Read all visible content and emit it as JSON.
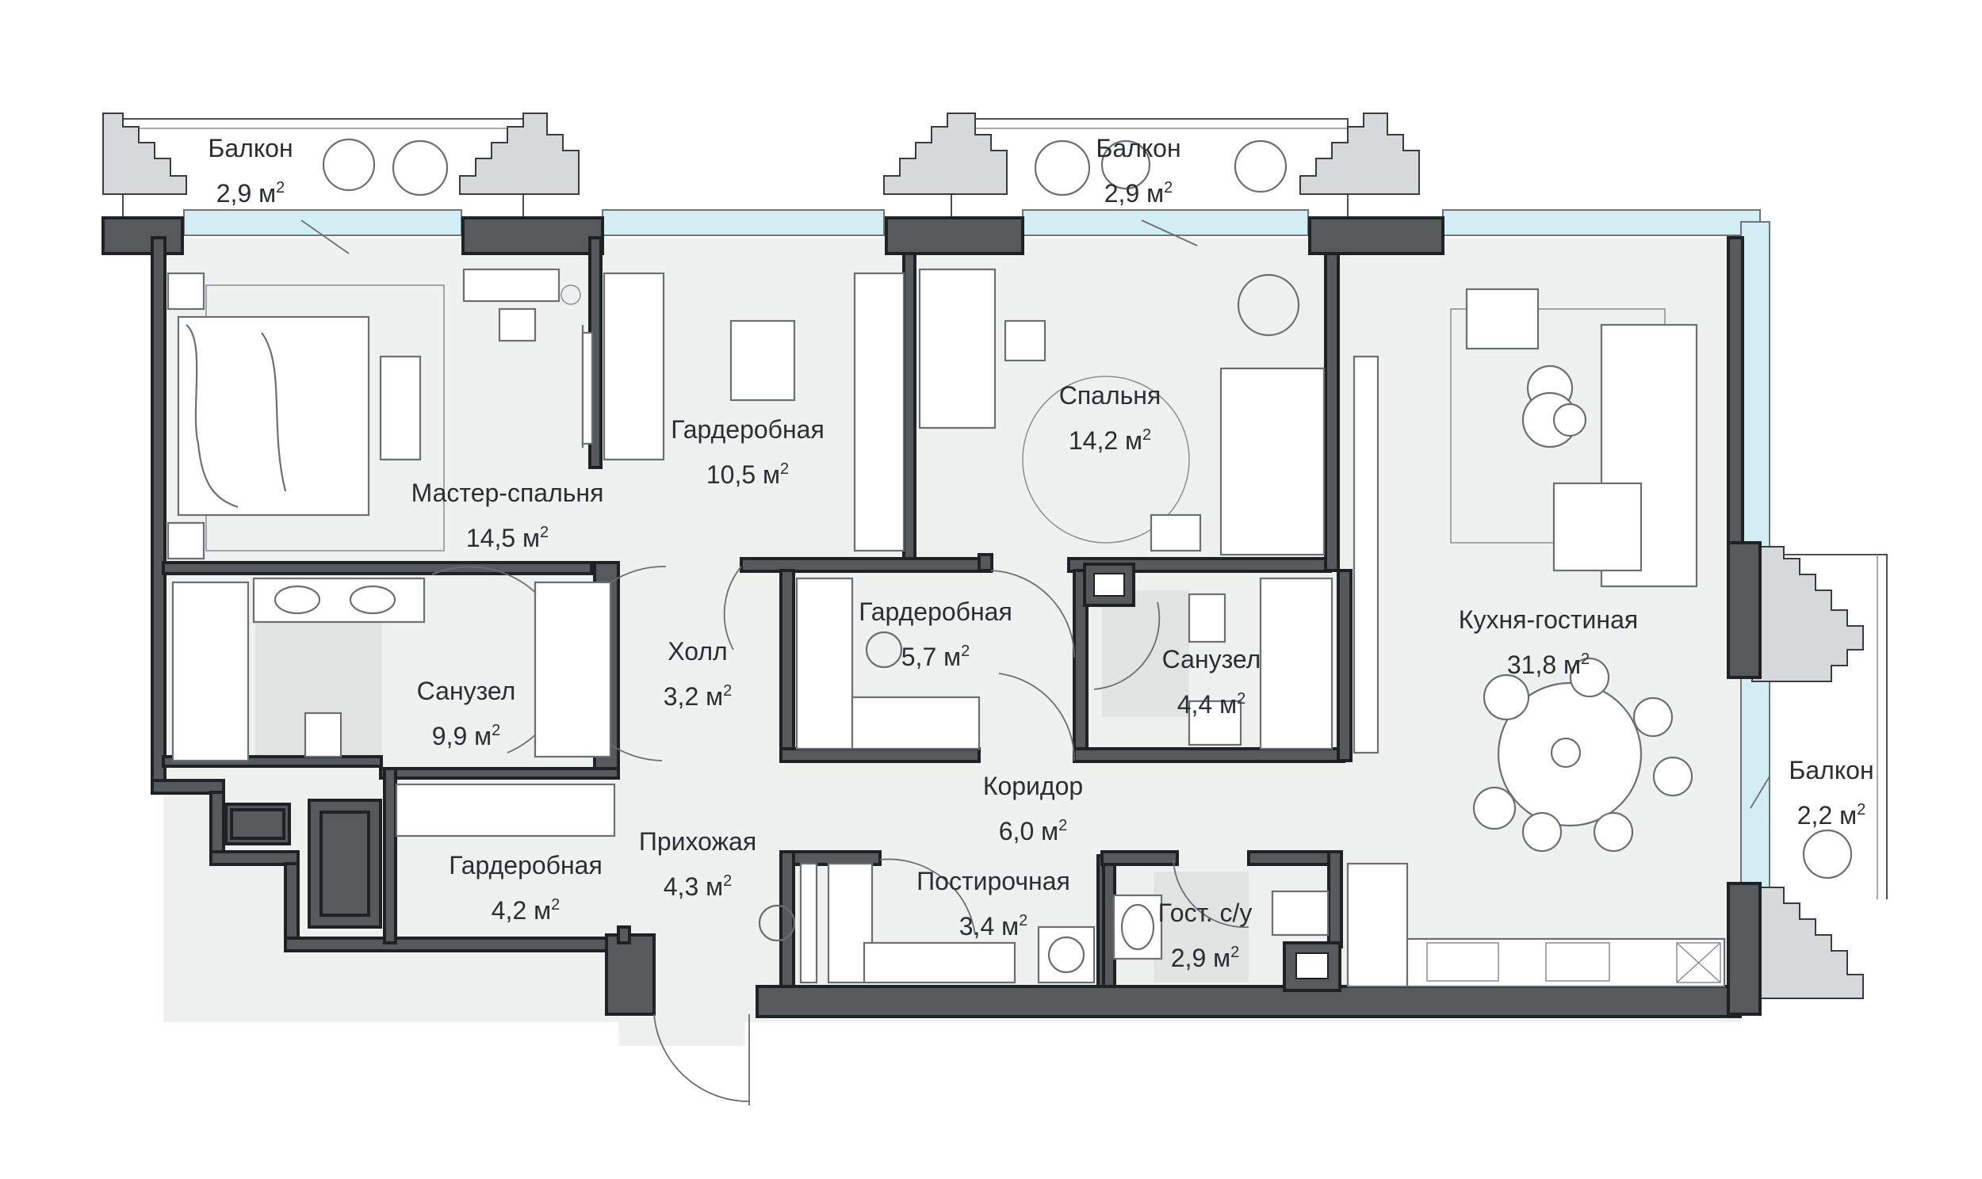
{
  "rooms": [
    {
      "id": "balcony-1",
      "name": "Балкон",
      "area": "2,9",
      "unit": "м",
      "power": "2"
    },
    {
      "id": "balcony-2",
      "name": "Балкон",
      "area": "2,9",
      "unit": "м",
      "power": "2"
    },
    {
      "id": "master-bedroom",
      "name": "Мастер-спальня",
      "area": "14,5",
      "unit": "м",
      "power": "2"
    },
    {
      "id": "wardrobe-1",
      "name": "Гардеробная",
      "area": "10,5",
      "unit": "м",
      "power": "2"
    },
    {
      "id": "bedroom",
      "name": "Спальня",
      "area": "14,2",
      "unit": "м",
      "power": "2"
    },
    {
      "id": "kitchen-living",
      "name": "Кухня-гостиная",
      "area": "31,8",
      "unit": "м",
      "power": "2"
    },
    {
      "id": "bathroom-1",
      "name": "Санузел",
      "area": "9,9",
      "unit": "м",
      "power": "2"
    },
    {
      "id": "hall",
      "name": "Холл",
      "area": "3,2",
      "unit": "м",
      "power": "2"
    },
    {
      "id": "wardrobe-2",
      "name": "Гардеробная",
      "area": "5,7",
      "unit": "м",
      "power": "2"
    },
    {
      "id": "bathroom-2",
      "name": "Санузел",
      "area": "4,4",
      "unit": "м",
      "power": "2"
    },
    {
      "id": "corridor",
      "name": "Коридор",
      "area": "6,0",
      "unit": "м",
      "power": "2"
    },
    {
      "id": "balcony-3",
      "name": "Балкон",
      "area": "2,2",
      "unit": "м",
      "power": "2"
    },
    {
      "id": "entrance",
      "name": "Прихожая",
      "area": "4,3",
      "unit": "м",
      "power": "2"
    },
    {
      "id": "wardrobe-3",
      "name": "Гардеробная",
      "area": "4,2",
      "unit": "м",
      "power": "2"
    },
    {
      "id": "laundry",
      "name": "Постирочная",
      "area": "3,4",
      "unit": "м",
      "power": "2"
    },
    {
      "id": "guest-wc",
      "name": "Гост. с/у",
      "area": "2,9",
      "unit": "м",
      "power": "2"
    }
  ],
  "colors": {
    "wall": "#575a5d",
    "floor": "#eff0f0",
    "glazing": "#d3edf4",
    "text": "#2b2e30"
  }
}
